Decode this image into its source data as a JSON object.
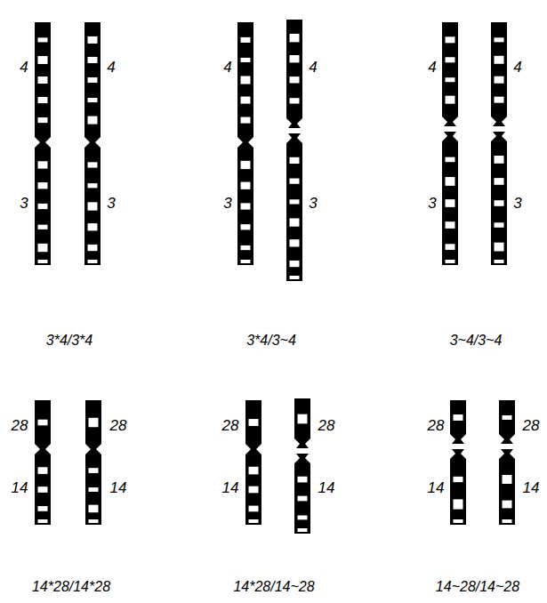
{
  "diagram": {
    "labels": [
      "4",
      "4",
      "3",
      "3",
      "4",
      "4",
      "3",
      "3",
      "4",
      "4",
      "3",
      "3",
      "3*4/3*4",
      "3*4/3~4",
      "3~4/3~4",
      "28",
      "28",
      "14",
      "14",
      "28",
      "28",
      "14",
      "14",
      "28",
      "28",
      "14",
      "14",
      "14*28/14*28",
      "14*28/14~28",
      "14~28/14~28"
    ]
  }
}
